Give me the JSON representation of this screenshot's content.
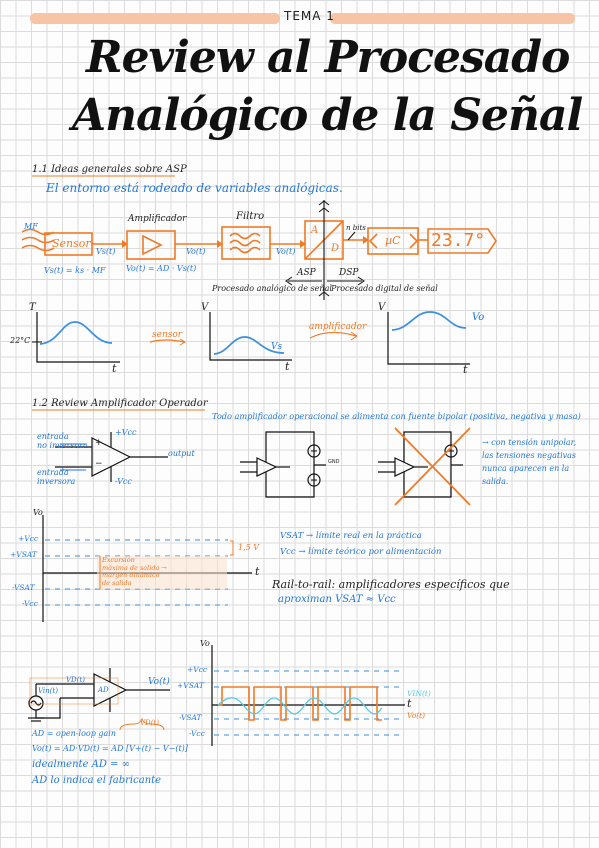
{
  "header": {
    "tag": "TEMA 1",
    "accent": "#f7c4a5"
  },
  "title": {
    "line1": "Review al Procesado",
    "line2": "Analógico de la Señal"
  },
  "s11": {
    "heading": "1.1  Ideas generales sobre ASP",
    "intro": "El entorno está rodeado de variables analógicas.",
    "mf": "MF",
    "sensor": "Sensor",
    "vs": "Vs(t)",
    "vs_eq": "Vs(t) = ks · MF",
    "amp_label": "Amplificador",
    "vo": "Vo(t)",
    "vo_eq": "Vo(t) = AD · Vs(t)",
    "filter_label": "Filtro",
    "vo2": "Vo(t)",
    "adc_a": "A",
    "adc_d": "D",
    "bits": "n bits",
    "uc": "µC",
    "display": "23.7°",
    "asp": "ASP",
    "dsp": "DSP",
    "asp_desc": "Procesado analógico de señal",
    "dsp_desc": "Procesado digital de señal",
    "g1_y": "T",
    "g1_x": "t",
    "g1_val": "22°C",
    "arrow1": "sensor",
    "g2_y": "V",
    "g2_x": "t",
    "g2_sig": "Vs",
    "arrow2": "amplificador",
    "g3_y": "V",
    "g3_x": "t",
    "g3_sig": "Vo"
  },
  "s12": {
    "heading": "1.2  Review Amplificador Operador",
    "note": "Todo amplificador operacional se alimenta con fuente bipolar (positiva, negativa y masa)",
    "in_noninv_1": "entrada",
    "in_noninv_2": "no inversora",
    "in_inv_1": "entrada",
    "in_inv_2": "inversora",
    "vcc_pos": "+Vcc",
    "vcc_neg": "-Vcc",
    "plus": "+",
    "minus": "−",
    "output": "output",
    "gnd": "GND",
    "side_1": "→ con tensión unipolar,",
    "side_2": "las tensiones negativas",
    "side_3": "nunca aparecen en la",
    "side_4": "salida."
  },
  "levels": {
    "vo": "Vo",
    "pvcc": "+Vcc",
    "pvsat": "+VSAT",
    "nvsat": "-VSAT",
    "nvcc": "-Vcc",
    "t": "t",
    "gap": "1,5 V",
    "exc_1": "Excursión",
    "exc_2": "máxima de salida →",
    "exc_3": "margen dinámico",
    "exc_4": "de salida",
    "vsat_def": "VSAT → límite real en la práctica",
    "vcc_def": "Vcc → límite teórico por alimentación",
    "rail_1": "Rail-to-rail: amplificadores específicos que",
    "rail_2": "aproximan VSAT ≈ Vcc"
  },
  "bottom": {
    "vd": "VD(t)",
    "vin": "Vin(t)",
    "ad": "AD",
    "vo": "Vo(t)",
    "eq1": "AD = open-loop gain",
    "eq2": "Vo(t) = AD·VD(t) = AD [V+(t) − V−(t)]",
    "eq3": "idealmente AD = ∞",
    "eq4": "AD lo indica el fabricante",
    "brace": "VD(t)",
    "g_vo": "Vo",
    "g_pvcc": "+Vcc",
    "g_pvsat": "+VSAT",
    "g_nvsat": "-VSAT",
    "g_nvcc": "-Vcc",
    "g_t": "t",
    "leg_in": "VIN(t)",
    "leg_out": "Vo(t)"
  },
  "colors": {
    "ink": "#1a1a1a",
    "blue": "#2277dd",
    "orange": "#f07a26",
    "cyan": "#5bc8e6"
  }
}
